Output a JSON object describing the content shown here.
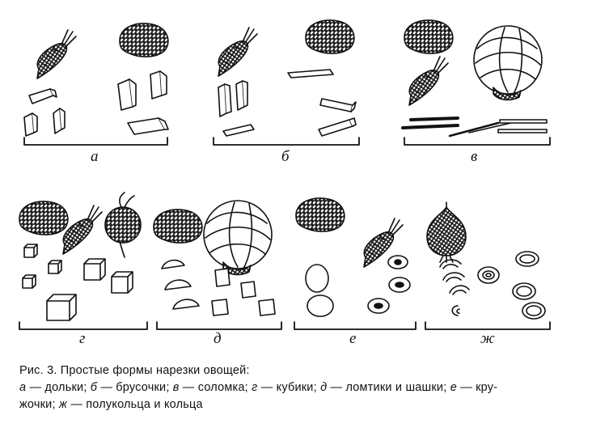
{
  "figure": {
    "panels": [
      {
        "id": "a",
        "label": "а",
        "contents": [
          "carrot-icon",
          "potato-icon",
          "wedge-pieces-icon"
        ]
      },
      {
        "id": "b",
        "label": "б",
        "contents": [
          "carrot-icon",
          "potato-icon",
          "stick-pieces-icon"
        ]
      },
      {
        "id": "v",
        "label": "в",
        "contents": [
          "potato-icon",
          "cabbage-icon",
          "carrot-icon",
          "julienne-strips-icon"
        ]
      },
      {
        "id": "g",
        "label": "г",
        "contents": [
          "potato-icon",
          "carrot-icon",
          "beet-icon",
          "cube-pieces-icon"
        ]
      },
      {
        "id": "d",
        "label": "д",
        "contents": [
          "potato-icon",
          "cabbage-icon",
          "half-slices-icon",
          "square-slices-icon"
        ]
      },
      {
        "id": "e",
        "label": "е",
        "contents": [
          "potato-icon",
          "carrot-icon",
          "round-slices-icon",
          "carrot-rings-icon"
        ]
      },
      {
        "id": "zh",
        "label": "ж",
        "contents": [
          "onion-icon",
          "half-rings-icon",
          "rings-icon"
        ]
      }
    ]
  },
  "caption": {
    "title": "Рис. 3. Простые формы нарезки овощей:",
    "items": [
      {
        "letter": "а",
        "text": " — дольки; "
      },
      {
        "letter": "б",
        "text": " — брусочки; "
      },
      {
        "letter": "в",
        "text": " — соломка; "
      },
      {
        "letter": "г",
        "text": " — кубики; "
      },
      {
        "letter": "д",
        "text": " — ломтики и шашки; "
      },
      {
        "letter": "е",
        "text": " — кру-"
      }
    ],
    "line3_start": "жочки; ",
    "line3_letter": "ж",
    "line3_end": " — полукольца и кольца"
  }
}
